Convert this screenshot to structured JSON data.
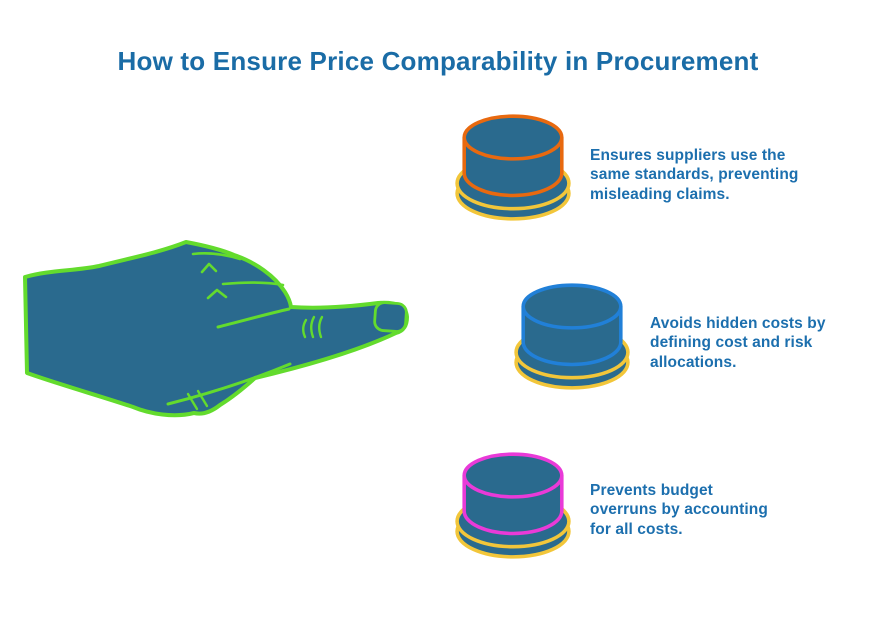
{
  "title": "How to Ensure Price Comparability in Procurement",
  "colors": {
    "title_text": "#1A6CA6",
    "body_text": "#1C6FAE",
    "illustration_fill": "#2A6A8E",
    "hand_outline": "#63DB2D",
    "base_outline": "#F2C63A",
    "accent_orange": "#E8690F",
    "accent_blue": "#2180D8",
    "accent_magenta": "#E93AD8"
  },
  "items": [
    {
      "name": "standardized-specifications",
      "accent": "#E8690F",
      "lines": [
        "Ensures suppliers use the",
        "same standards, preventing",
        "misleading claims."
      ]
    },
    {
      "name": "cost-and-risk-allocation",
      "accent": "#2180D8",
      "lines": [
        "Avoids hidden costs by",
        "defining cost and risk",
        "allocations."
      ]
    },
    {
      "name": "total-cost-accounting",
      "accent": "#E93AD8",
      "lines": [
        "Prevents budget",
        "overruns by accounting",
        "for all costs."
      ]
    }
  ]
}
